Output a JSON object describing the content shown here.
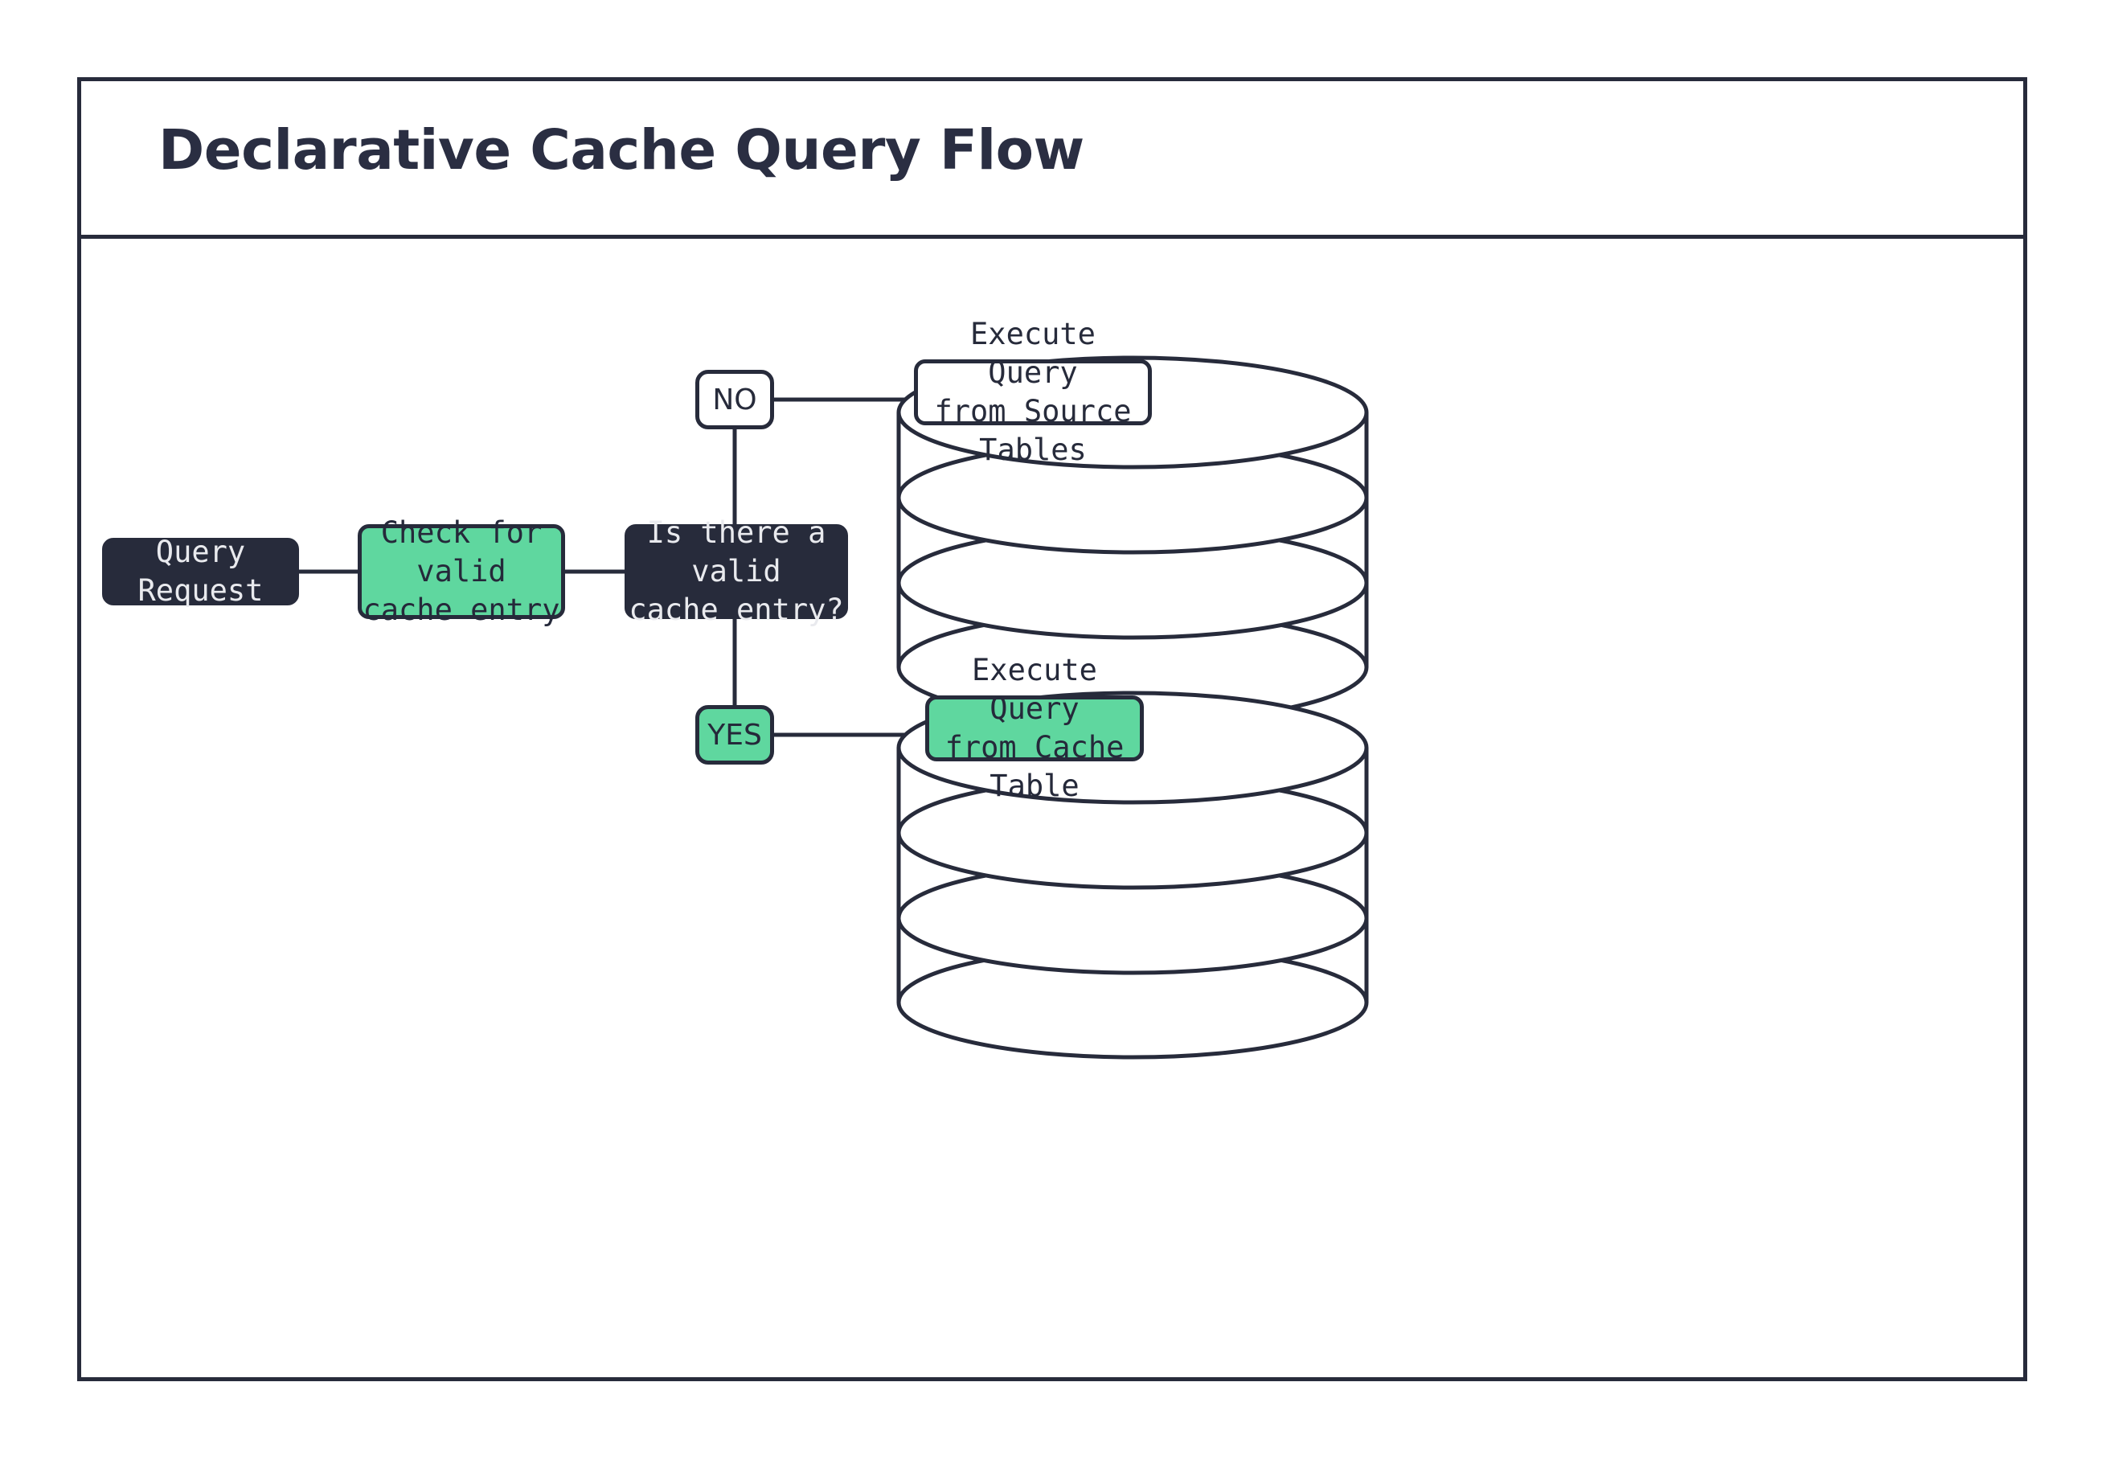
{
  "header": {
    "title": "Declarative Cache Query Flow"
  },
  "colors": {
    "ink": "#272b3b",
    "accent_green": "#5fd79f",
    "dark_fill": "#272b3b",
    "white_fill": "#ffffff",
    "page_background": "#ffffff"
  },
  "flow": {
    "nodes": {
      "query_request": "Query Request",
      "check_cache": "Check for valid\ncache entry",
      "decision": "Is there a valid\ncache entry?",
      "execute_source": "Execute Query\nfrom Source Tables",
      "execute_cache": "Execute Query\nfrom Cache Table"
    },
    "branches": {
      "no": "NO",
      "yes": "YES"
    },
    "shapes": {
      "source_database": "database-cylinder",
      "cache_database": "database-cylinder"
    },
    "edges": [
      {
        "from": "query_request",
        "to": "check_cache",
        "label": ""
      },
      {
        "from": "check_cache",
        "to": "decision",
        "label": ""
      },
      {
        "from": "decision",
        "to": "no",
        "label": "NO"
      },
      {
        "from": "no",
        "to": "execute_source",
        "label": ""
      },
      {
        "from": "decision",
        "to": "yes",
        "label": "YES"
      },
      {
        "from": "yes",
        "to": "execute_cache",
        "label": ""
      }
    ]
  }
}
